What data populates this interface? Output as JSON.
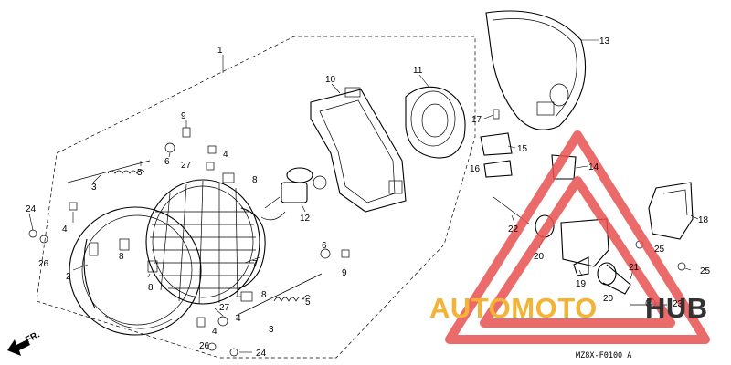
{
  "diagram": {
    "part_numbers": [
      "1",
      "2",
      "3",
      "4",
      "5",
      "6",
      "7",
      "8",
      "9",
      "10",
      "11",
      "12",
      "13",
      "14",
      "15",
      "16",
      "17",
      "18",
      "19",
      "20",
      "21",
      "22",
      "23",
      "24",
      "25",
      "26",
      "27"
    ],
    "front_marker": "FR.",
    "drawing_code": "MZ8X-F0100 A",
    "watermark": {
      "text_a": "AUTOMOTO",
      "text_b": "HUB",
      "color_a": "#f5b335",
      "color_b": "#333333",
      "triangle_color": "#e85050"
    }
  }
}
